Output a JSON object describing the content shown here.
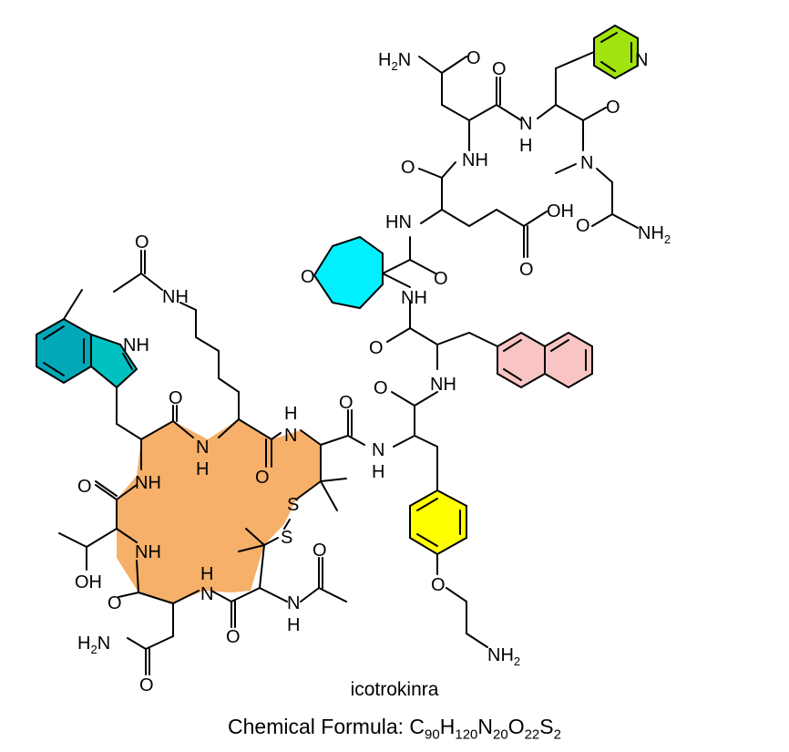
{
  "compound": {
    "name": "icotrokinra",
    "formula_label": "Chemical Formula: ",
    "formula_parts": [
      {
        "el": "C",
        "n": "90"
      },
      {
        "el": "H",
        "n": "120"
      },
      {
        "el": "N",
        "n": "20"
      },
      {
        "el": "O",
        "n": "22"
      },
      {
        "el": "S",
        "n": "2"
      }
    ]
  },
  "atoms": {
    "O": "O",
    "N": "N",
    "S": "S",
    "NH": "NH",
    "HN": "HN",
    "H": "H",
    "OH": "OH",
    "H2N_main": "H",
    "NH2_main": "NH",
    "two": "2"
  },
  "colors": {
    "macrocycle": "#f6b06a",
    "pyridine": "#a0e30e",
    "tetrahydropyran": "#00f0ff",
    "naphthalene": "#f8c4c4",
    "indole": "#00c0c0",
    "indole_benzo": "#00a8b8",
    "phenyl": "#ffff00"
  }
}
